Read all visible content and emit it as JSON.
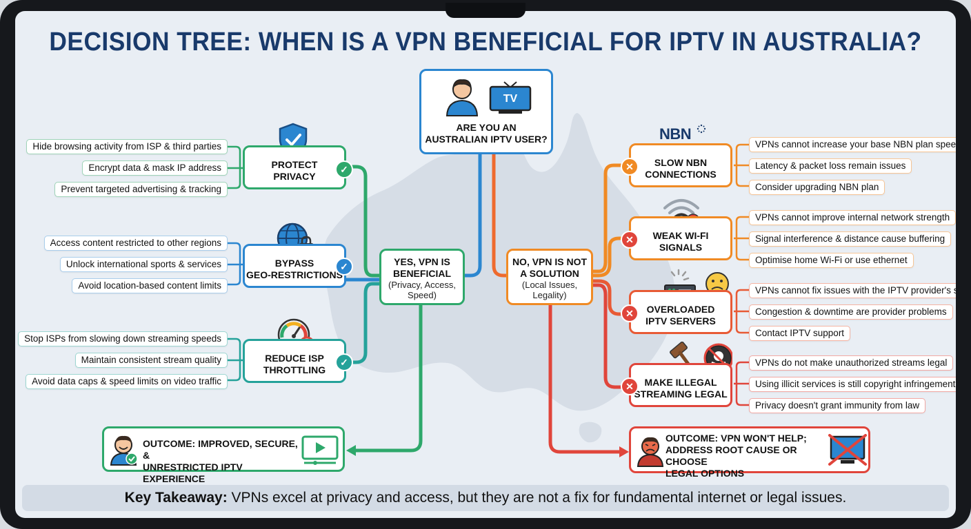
{
  "title": "DECISION TREE: WHEN IS A VPN BENEFICIAL FOR IPTV IN AUSTRALIA?",
  "root": {
    "line1": "ARE YOU AN",
    "line2": "AUSTRALIAN IPTV USER?",
    "tv_label": "TV"
  },
  "yes_branch": {
    "line1": "YES, VPN IS",
    "line2": "BENEFICIAL",
    "sub1": "(Privacy, Access,",
    "sub2": "Speed)"
  },
  "no_branch": {
    "line1": "NO, VPN IS NOT",
    "line2": "A SOLUTION",
    "sub1": "(Local Issues,",
    "sub2": "Legality)"
  },
  "benefits": [
    {
      "line1": "PROTECT",
      "line2": "PRIVACY",
      "icon": "shield-check-icon",
      "points": [
        "Hide browsing activity from ISP & third parties",
        "Encrypt data & mask IP address",
        "Prevent targeted advertising & tracking"
      ]
    },
    {
      "line1": "BYPASS",
      "line2": "GEO-RESTRICTIONS",
      "icon": "globe-lock-icon",
      "points": [
        "Access content restricted to other regions",
        "Unlock international sports & services",
        "Avoid location-based content limits"
      ]
    },
    {
      "line1": "REDUCE ISP",
      "line2": "THROTTLING",
      "icon": "speedometer-icon",
      "points": [
        "Stop ISPs from slowing down streaming speeds",
        "Maintain consistent stream quality",
        "Avoid data caps & speed limits on video traffic"
      ]
    }
  ],
  "limits": [
    {
      "line1": "SLOW NBN",
      "line2": "CONNECTIONS",
      "icon": "nbn-logo-icon",
      "logo_text": "NBN",
      "points": [
        "VPNs cannot increase your base NBN plan speed",
        "Latency & packet loss remain issues",
        "Consider upgrading NBN plan"
      ]
    },
    {
      "line1": "WEAK WI-FI",
      "line2": "SIGNALS",
      "icon": "wifi-weak-icon",
      "points": [
        "VPNs cannot improve internal network strength",
        "Signal interference & distance cause buffering",
        "Optimise home Wi-Fi or use ethernet"
      ]
    },
    {
      "line1": "OVERLOADED",
      "line2": "IPTV SERVERS",
      "icon": "server-sad-icon",
      "points": [
        "VPNs cannot fix issues with the IPTV provider's servers",
        "Congestion & downtime are provider problems",
        "Contact IPTV support"
      ]
    },
    {
      "line1": "MAKE ILLEGAL",
      "line2": "STREAMING LEGAL",
      "icon": "gavel-piracy-icon",
      "points": [
        "VPNs do not make unauthorized streams legal",
        "Using illicit services is still copyright infringement",
        "Privacy doesn't grant immunity from law"
      ]
    }
  ],
  "outcome_yes": {
    "line1": "OUTCOME: IMPROVED, SECURE, &",
    "line2": "UNRESTRICTED IPTV EXPERIENCE"
  },
  "outcome_no": {
    "line1": "OUTCOME: VPN WON'T HELP;",
    "line2": "ADDRESS ROOT CAUSE OR CHOOSE",
    "line3": "LEGAL OPTIONS"
  },
  "takeaway": {
    "label": "Key Takeaway:",
    "text": "VPNs excel at privacy and access, but they are not a fix for fundamental internet or legal issues."
  },
  "colors": {
    "title": "#193a6b",
    "green": "#2ea86b",
    "blue": "#2b86d0",
    "orange": "#f08a24",
    "red": "#e0453b",
    "teal": "#25a29a"
  }
}
